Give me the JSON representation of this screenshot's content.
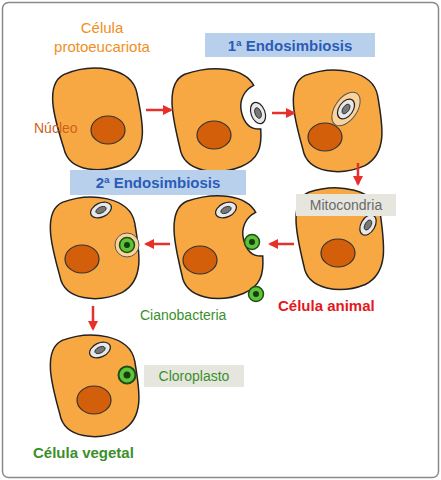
{
  "diagram": {
    "nodes": [
      {
        "text": [
          "1ª Endosimbiosis"
        ]
      },
      {
        "text": [
          "Mitocondria"
        ]
      },
      {
        "text": [
          "2ª Endosimbiosis"
        ]
      },
      {
        "text": [
          "Cloroplasto"
        ]
      }
    ],
    "labels": [
      "Célula protoeucariota",
      "Núcleo",
      "Célula animal",
      "Cianobacteria",
      "Célula vegetal"
    ]
  }
}
